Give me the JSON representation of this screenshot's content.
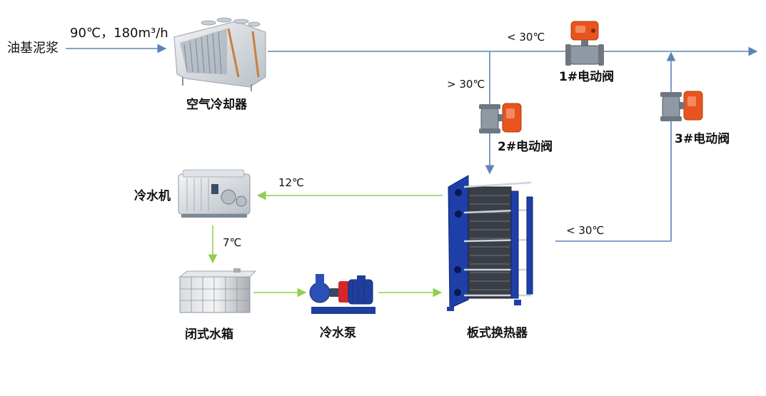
{
  "inlet": {
    "label": "油基泥浆",
    "conditions": "90℃，180m³/h"
  },
  "equipment": {
    "air_cooler": "空气冷却器",
    "valve_1": "1#电动阀",
    "valve_2": "2#电动阀",
    "valve_3": "3#电动阀",
    "chiller": "冷水机",
    "water_tank": "闭式水箱",
    "water_pump": "冷水泵",
    "plate_heat_exchanger": "板式换热器"
  },
  "temps": {
    "main_line": "< 30℃",
    "branch_hot": "> 30℃",
    "chilled_return": "12℃",
    "chilled_supply": "7℃",
    "exchanger_out": "< 30℃"
  },
  "colors": {
    "process_line": "#5b83b8",
    "water_line": "#8fd14f",
    "valve_actuator": "#e8541e",
    "exchanger_frame": "#1f3fa8",
    "pump_body": "#1e3f9c",
    "pump_motor": "#d7262a"
  }
}
